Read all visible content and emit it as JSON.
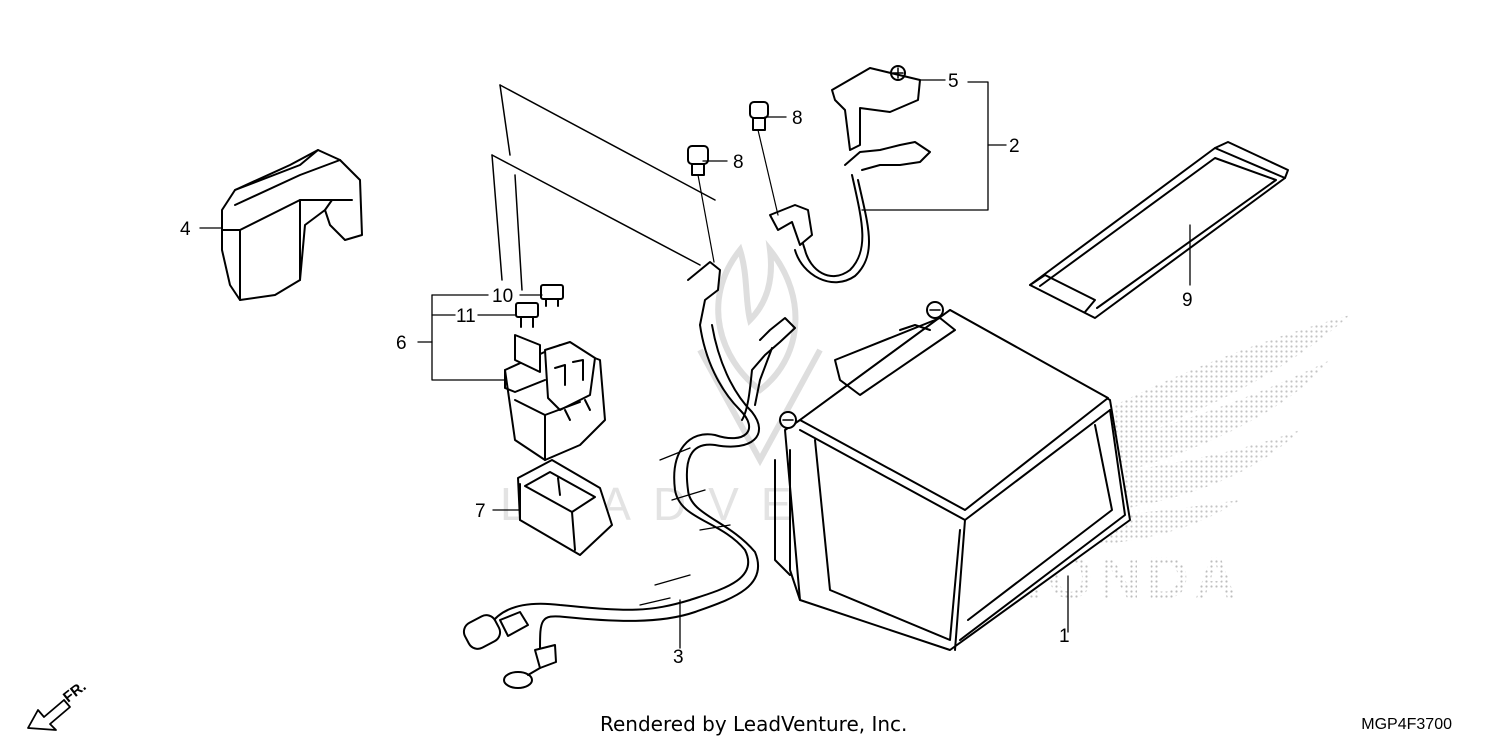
{
  "callouts": {
    "c1": "1",
    "c2": "2",
    "c3": "3",
    "c4": "4",
    "c5": "5",
    "c6": "6",
    "c7": "7",
    "c8a": "8",
    "c8b": "8",
    "c9": "9",
    "c10": "10",
    "c11": "11"
  },
  "watermark": {
    "center_text": "LEADVENTURE",
    "brand_text": "HONDA"
  },
  "front_arrow_label": "FR.",
  "footer": {
    "credit": "Rendered by LeadVenture, Inc.",
    "code": "MGP4F3700"
  },
  "colors": {
    "line": "#000000",
    "watermark": "#d8d8d8",
    "dots": "#bdbdbd",
    "background": "#ffffff"
  }
}
